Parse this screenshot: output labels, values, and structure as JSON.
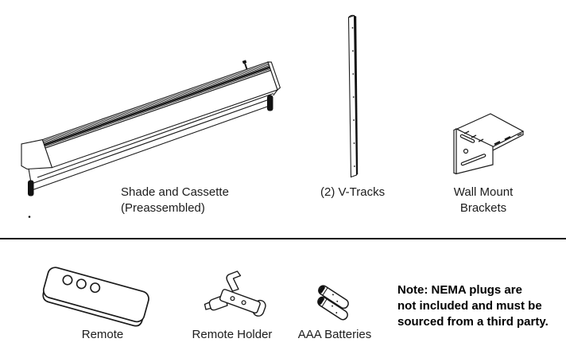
{
  "page": {
    "title": "Shade kit parts diagram",
    "ink_color": "#1a1a1a",
    "background_color": "#ffffff"
  },
  "top_section": {
    "items": [
      {
        "illustration": "shade-cassette-illustration",
        "label_line1": "Shade and Cassette",
        "label_line2": "(Preassembled)"
      },
      {
        "illustration": "v-track-illustration",
        "label_line1": "(2) V-Tracks",
        "label_line2": ""
      },
      {
        "illustration": "wall-mount-bracket-illustration",
        "label_line1": "Wall Mount",
        "label_line2": "Brackets"
      }
    ]
  },
  "bottom_section": {
    "items": [
      {
        "illustration": "remote-illustration",
        "label": "Remote"
      },
      {
        "illustration": "remote-holder-illustration",
        "label": "Remote Holder"
      },
      {
        "illustration": "aaa-batteries-illustration",
        "label": "AAA Batteries"
      }
    ],
    "note": {
      "line1": "Note: NEMA plugs are",
      "line2": "not included and must be",
      "line3": "sourced from a third party."
    }
  }
}
